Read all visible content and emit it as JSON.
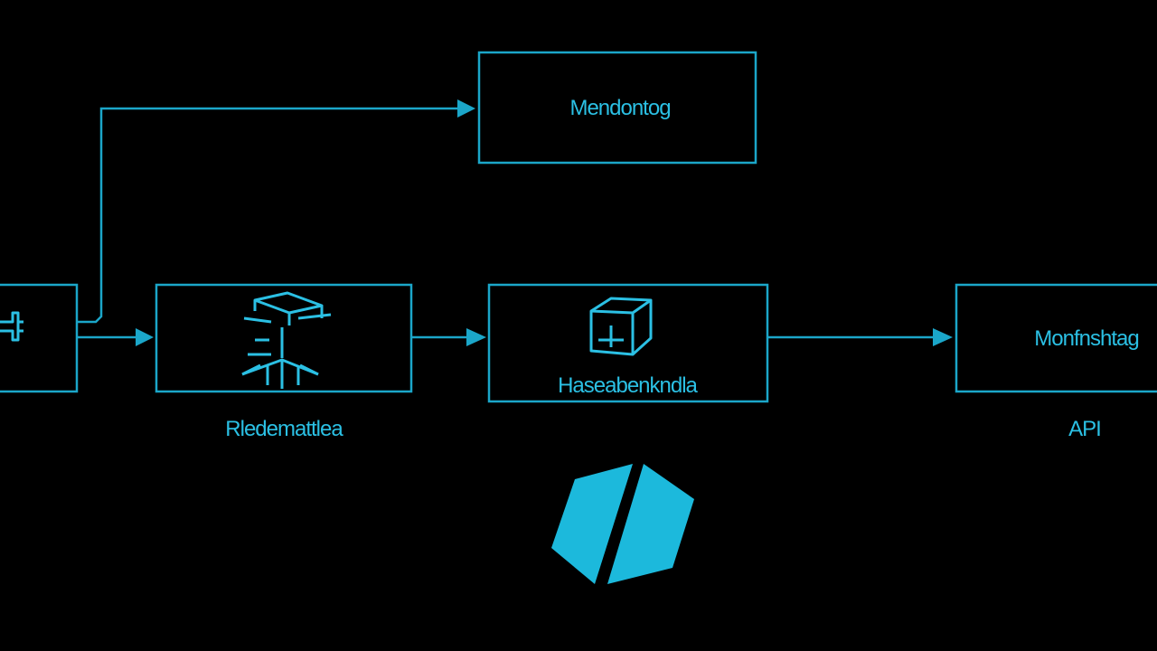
{
  "nodes": {
    "top": {
      "label": "Mendontog"
    },
    "left_partial": {
      "label": ""
    },
    "middle_left": {
      "caption": "Rledemattlea"
    },
    "middle_right": {
      "label": "Haseabenkndla"
    },
    "right": {
      "label": "Monfnshtag",
      "caption": "API"
    }
  },
  "icons": {
    "left_partial": "plug-icon",
    "middle_left": "network-icon",
    "middle_right": "cube-icon",
    "bottom": "hexagon-logo-icon"
  },
  "colors": {
    "background": "#000000",
    "accent": "#1ba6c9"
  }
}
